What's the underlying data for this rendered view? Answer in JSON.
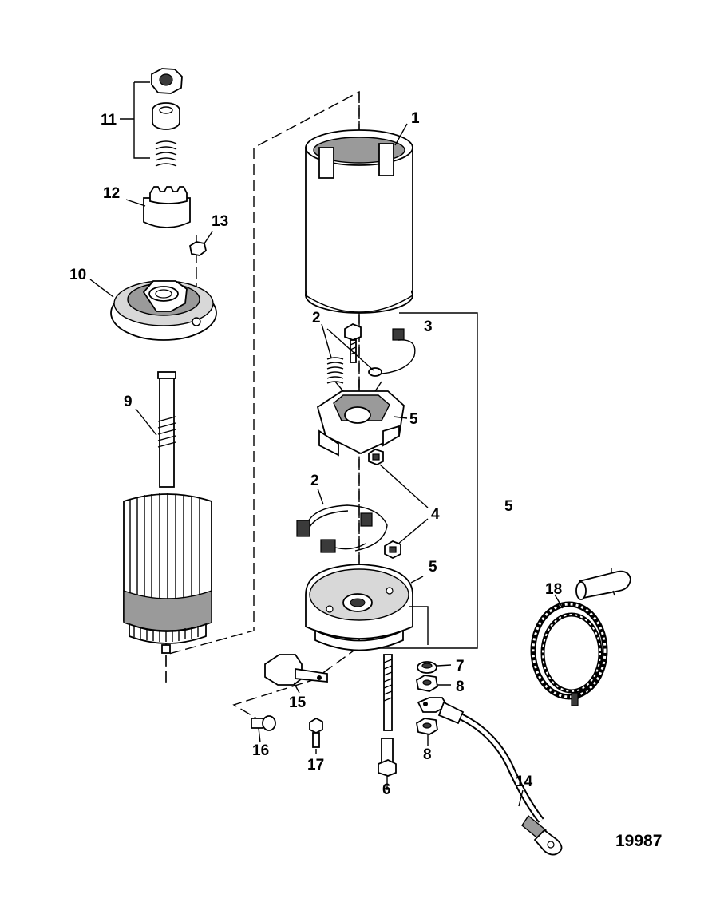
{
  "figure_number": "19987",
  "callouts": [
    {
      "id": "c1",
      "text": "1"
    },
    {
      "id": "c2a",
      "text": "2"
    },
    {
      "id": "c2b",
      "text": "2"
    },
    {
      "id": "c3",
      "text": "3"
    },
    {
      "id": "c4",
      "text": "4"
    },
    {
      "id": "c5a",
      "text": "5"
    },
    {
      "id": "c5b",
      "text": "5"
    },
    {
      "id": "c5c",
      "text": "5"
    },
    {
      "id": "c6",
      "text": "6"
    },
    {
      "id": "c7",
      "text": "7"
    },
    {
      "id": "c8a",
      "text": "8"
    },
    {
      "id": "c8b",
      "text": "8"
    },
    {
      "id": "c9",
      "text": "9"
    },
    {
      "id": "c10",
      "text": "10"
    },
    {
      "id": "c11",
      "text": "11"
    },
    {
      "id": "c12",
      "text": "12"
    },
    {
      "id": "c13",
      "text": "13"
    },
    {
      "id": "c14",
      "text": "14"
    },
    {
      "id": "c15",
      "text": "15"
    },
    {
      "id": "c16",
      "text": "16"
    },
    {
      "id": "c17",
      "text": "17"
    },
    {
      "id": "c18",
      "text": "18"
    }
  ]
}
